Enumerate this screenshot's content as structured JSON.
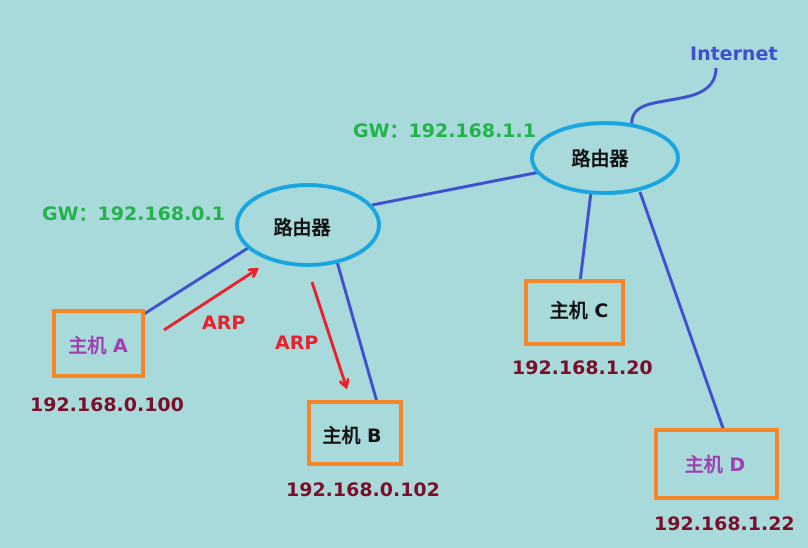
{
  "internet_label": "Internet",
  "routers": [
    {
      "id": "router-1",
      "label": "路由器",
      "gateway": "GW：192.168.0.1"
    },
    {
      "id": "router-2",
      "label": "路由器",
      "gateway": "GW：192.168.1.1"
    }
  ],
  "hosts": [
    {
      "id": "host-a",
      "label": "主机 A",
      "ip": "192.168.0.100"
    },
    {
      "id": "host-b",
      "label": "主机 B",
      "ip": "192.168.0.102"
    },
    {
      "id": "host-c",
      "label": "主机 C",
      "ip": "192.168.1.20"
    },
    {
      "id": "host-d",
      "label": "主机 D",
      "ip": "192.168.1.22"
    }
  ],
  "arrows": [
    {
      "id": "arp-1",
      "label": "ARP"
    },
    {
      "id": "arp-2",
      "label": "ARP"
    }
  ],
  "colors": {
    "background": "#a8dadb",
    "link": "#3f4fd0",
    "router_border": "#19a6e0",
    "host_border": "#f5862a",
    "gateway_text": "#22b34a",
    "ip_text": "#7a0f2a",
    "arp": "#e8222d",
    "host_label_ac": "#a23fb0",
    "host_label_bc": "#111111",
    "internet_text": "#3f4fd0"
  }
}
